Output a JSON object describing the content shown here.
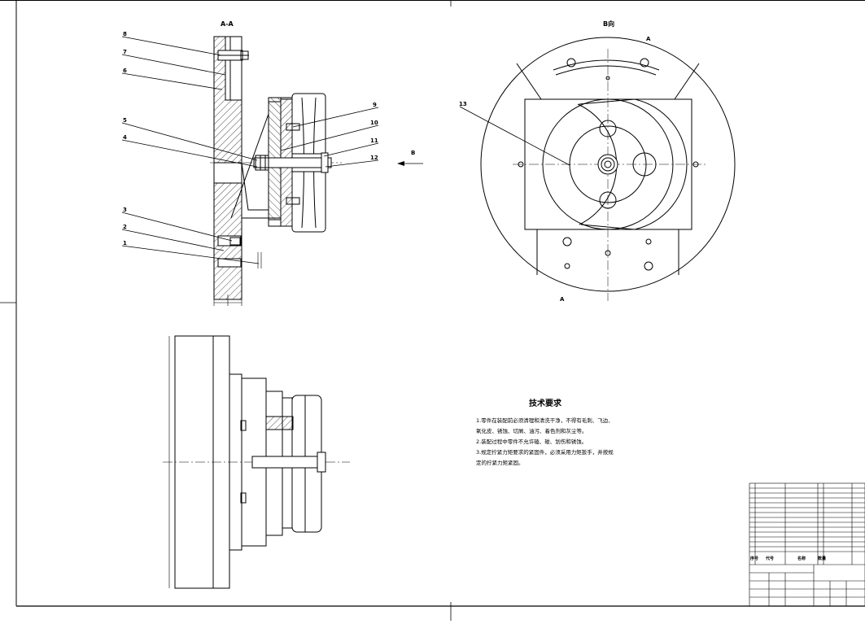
{
  "views": {
    "section_title": "A-A",
    "view_b_title": "B向",
    "arrow_b": "B",
    "section_mark_a": "A"
  },
  "balloons": [
    "1",
    "2",
    "3",
    "4",
    "5",
    "6",
    "7",
    "8",
    "9",
    "10",
    "11",
    "12",
    "13"
  ],
  "tech_requirements": {
    "title": "技术要求",
    "lines": [
      "1.零件在装配前必须清理和清洗干净，不得有毛刺、飞边、",
      "氧化皮、锈蚀、切屑、油污、着色剂和灰尘等。",
      "2.装配过程中零件不允许磕、碰、划伤和锈蚀。",
      "3.规定拧紧力矩要求的紧固件，必须采用力矩扳手，并按规",
      "定的拧紧力矩紧固。"
    ]
  },
  "parts_list": {
    "header": [
      "序号",
      "代号",
      "名称",
      "数量"
    ]
  }
}
